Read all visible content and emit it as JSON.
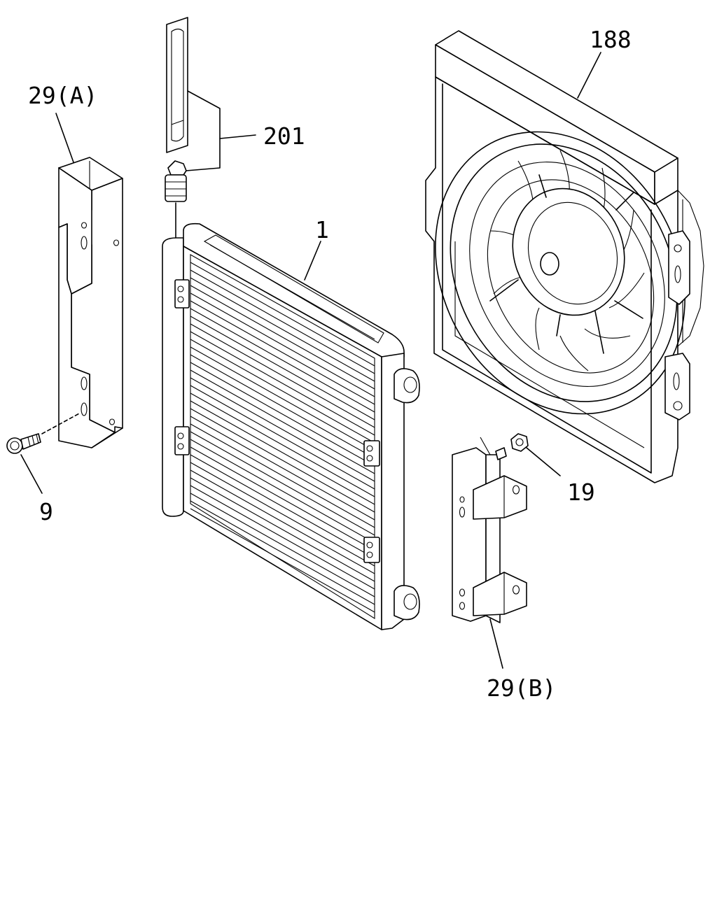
{
  "callouts": {
    "fan_shroud": "188",
    "bracket_a": "29(A)",
    "dryer_kit": "201",
    "condenser": "1",
    "bolt": "9",
    "nut": "19",
    "bracket_b": "29(B)"
  },
  "colors": {
    "line": "#000000",
    "background": "#ffffff"
  }
}
